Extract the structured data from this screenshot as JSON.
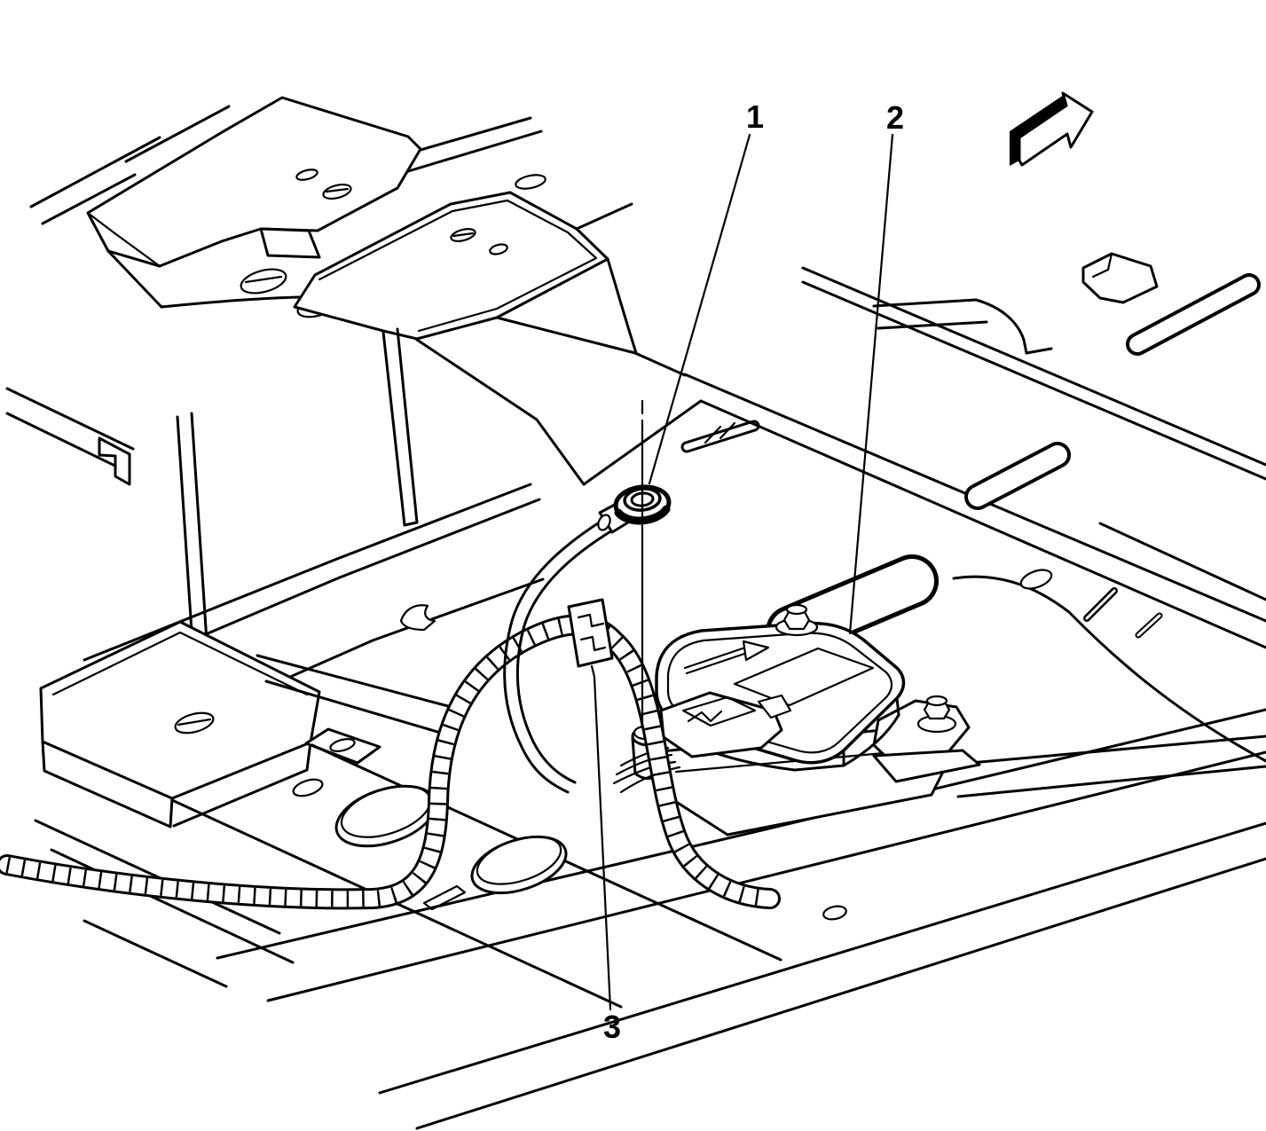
{
  "figure": {
    "kind": "technical-illustration",
    "background_color": "#ffffff",
    "line_color": "#000000",
    "callouts": [
      {
        "label": "1"
      },
      {
        "label": "2"
      },
      {
        "label": "3"
      }
    ],
    "icons": {
      "direction_arrow": "forward-direction-arrow"
    }
  }
}
